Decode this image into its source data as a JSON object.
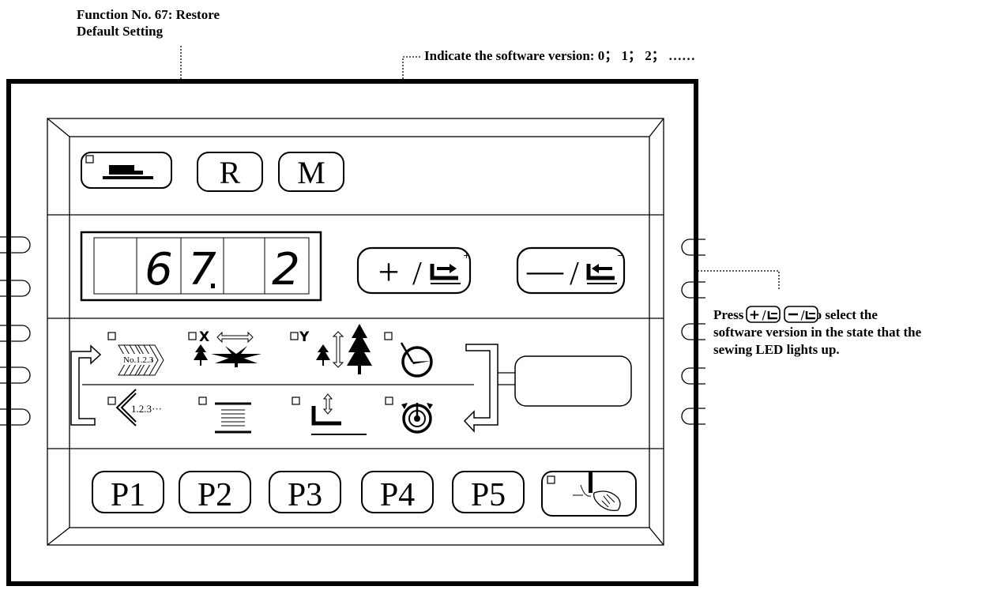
{
  "annotations": {
    "function_title_line1": "Function No. 67: Restore",
    "function_title_line2": "Default Setting",
    "version_note": "Indicate the  software version: 0； 1； 2； ……",
    "press_prefix": "Press",
    "press_separator": "、",
    "press_suffix": "to select the",
    "press_line2": "software version in the state that the",
    "press_line3": "sewing LED lights up."
  },
  "panel": {
    "top_buttons": [
      "R",
      "M"
    ],
    "display": {
      "digits": [
        "",
        "6",
        "7",
        "",
        "2"
      ]
    },
    "plus_button": {
      "symbol": "+",
      "slash": "/"
    },
    "minus_button": {
      "symbol": "—",
      "slash": "/"
    },
    "row_top": {
      "multi_pattern_label": "No.1.2.3",
      "x_label": "X",
      "y_label": "Y"
    },
    "row_bottom": {
      "sequence_label": "1.2.3···"
    },
    "p_buttons": [
      "P1",
      "P2",
      "P3",
      "P4",
      "P5"
    ]
  },
  "colors": {
    "ink": "#000000",
    "background": "#ffffff"
  }
}
